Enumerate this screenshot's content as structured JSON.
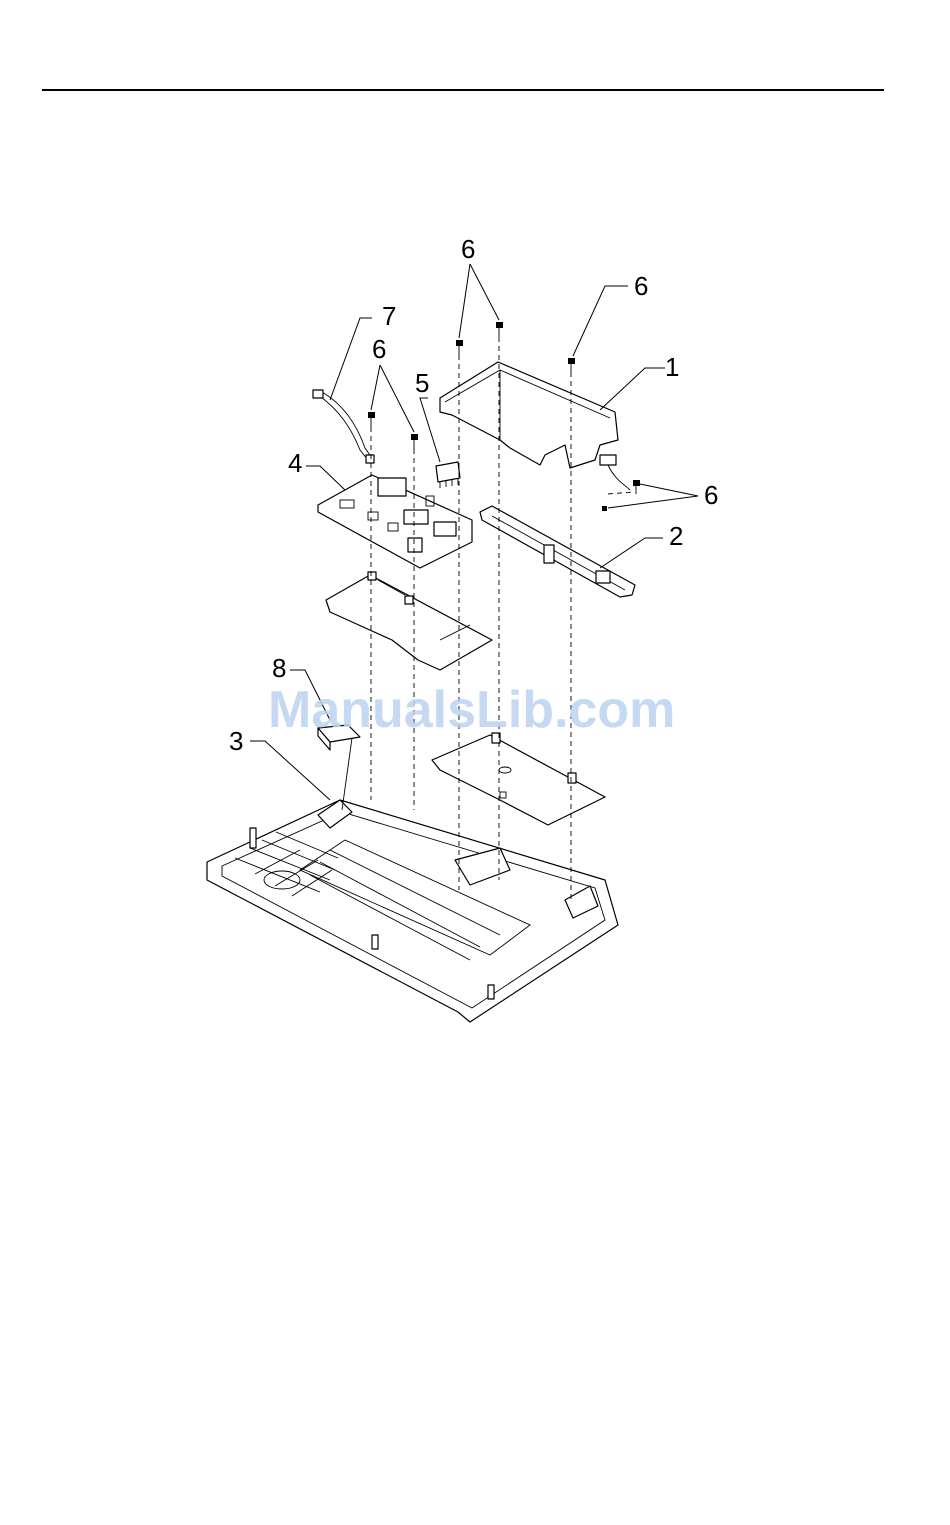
{
  "callouts": {
    "c1": "1",
    "c2": "2",
    "c3": "3",
    "c4": "4",
    "c5": "5",
    "c6_top": "6",
    "c6_topright": "6",
    "c6_left": "6",
    "c6_right": "6",
    "c7": "7",
    "c8": "8"
  },
  "watermark": "ManualsLib.com",
  "colors": {
    "rule": "#000000",
    "watermark": "#bcd3f0"
  }
}
